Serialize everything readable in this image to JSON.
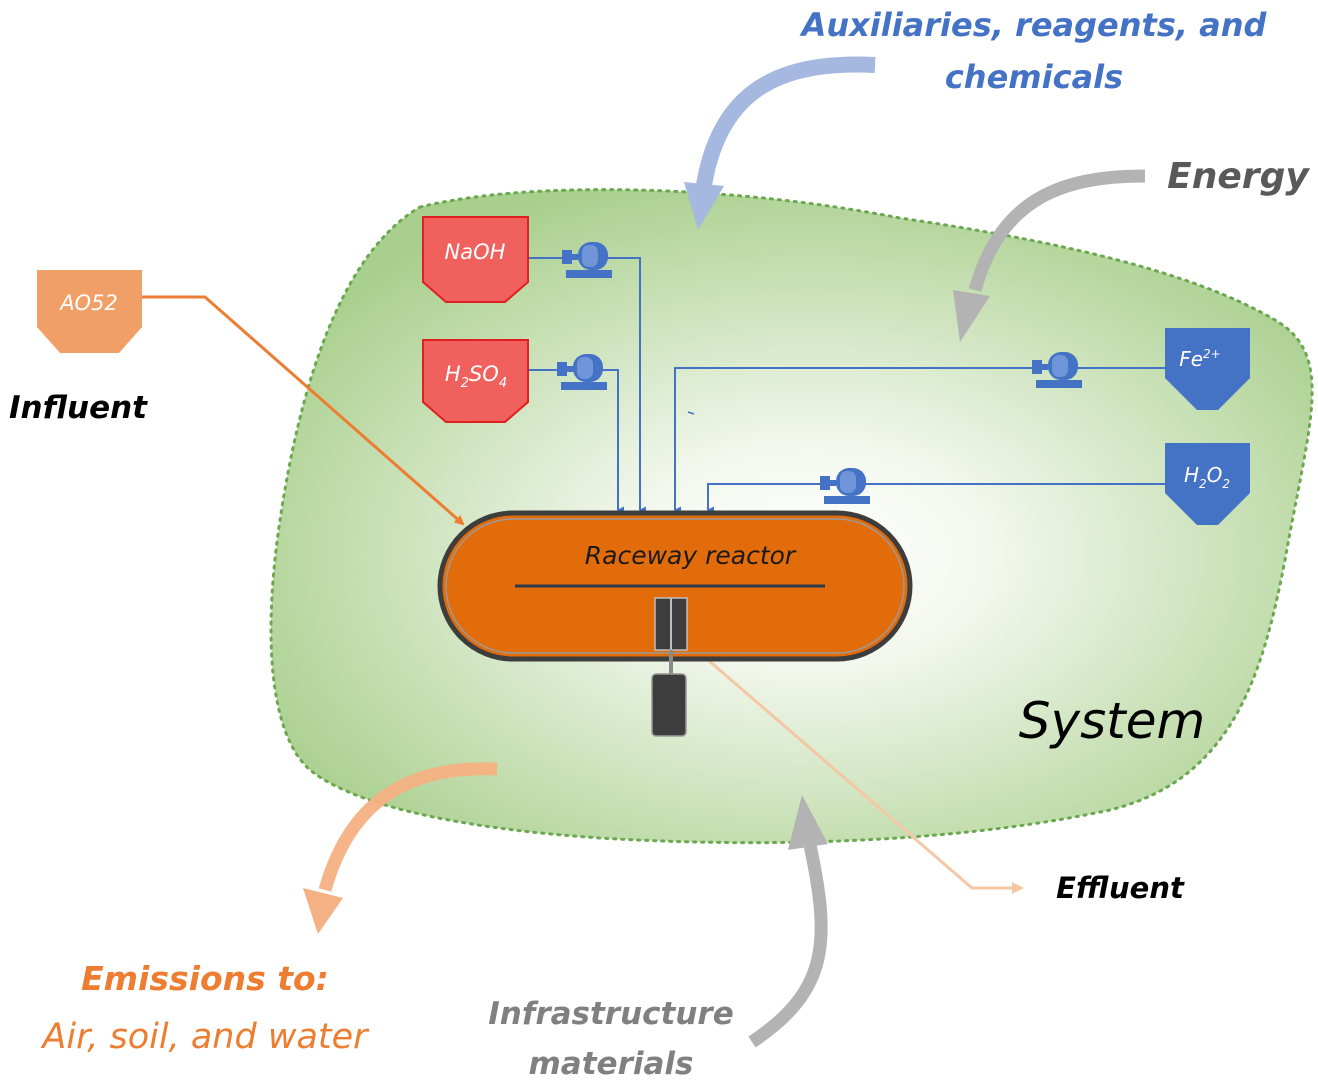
{
  "colors": {
    "system_fill": "#a9cf8d",
    "system_border": "#6aa84f",
    "reactor": "#e36c0a",
    "reactor_border": "#3d3d3d",
    "acid_base_tank": "#f0605d",
    "acid_base_tank_border": "#e02020",
    "influent_tank": "#f0a067",
    "reagent_tank": "#4472c4",
    "pump": "#4472c4",
    "auxiliaries_text": "#4472c4",
    "auxiliaries_arrow": "#a4b8e0",
    "energy_text": "#595959",
    "grey_arrow": "#b3b3b3",
    "emissions_text": "#ed7d31",
    "emissions_arrow": "#f4b183",
    "influent_line": "#ed7d31",
    "effluent_line": "#f4c7a5",
    "paddle": "#3d3d3d"
  },
  "labels": {
    "auxiliaries_line1": "Auxiliaries, reagents, and",
    "auxiliaries_line2": "chemicals",
    "energy": "Energy",
    "influent": "Influent",
    "system": "System",
    "effluent": "Effluent",
    "emissions_title": "Emissions to:",
    "emissions_detail": "Air, soil, and water",
    "infrastructure_line1": "Infrastructure",
    "infrastructure_line2": "materials",
    "reactor": "Raceway reactor"
  },
  "tanks": {
    "influent": "AO52",
    "naoh": "NaOH",
    "h2so4_h": "H",
    "h2so4_sub1": "2",
    "h2so4_so": "SO",
    "h2so4_sub2": "4",
    "fe_base": "Fe",
    "fe_sup": "2+",
    "h2o2_h": "H",
    "h2o2_sub1": "2",
    "h2o2_o": "O",
    "h2o2_sub2": "2"
  },
  "icons": {
    "pump": "pump-icon",
    "paddle": "paddle-wheel-icon"
  }
}
